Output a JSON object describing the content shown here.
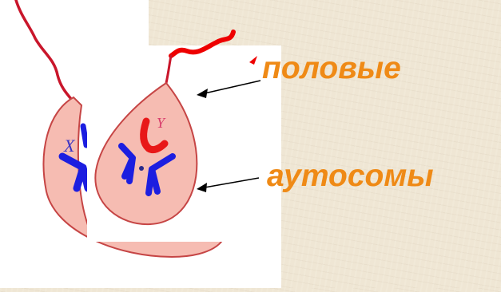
{
  "labels": {
    "sex_chromosomes": "половые",
    "autosomes": "аутосомы"
  },
  "chromosome_letters": {
    "x": "X",
    "y": "Y"
  },
  "colors": {
    "label_text": "#ef8a16",
    "cell_fill": "#f6bcb2",
    "cell_outline": "#c64545",
    "flagellum": "#ee0000",
    "autosome": "#1c1ee0",
    "y_chromosome": "#e81818",
    "background": "#efe6d4"
  }
}
